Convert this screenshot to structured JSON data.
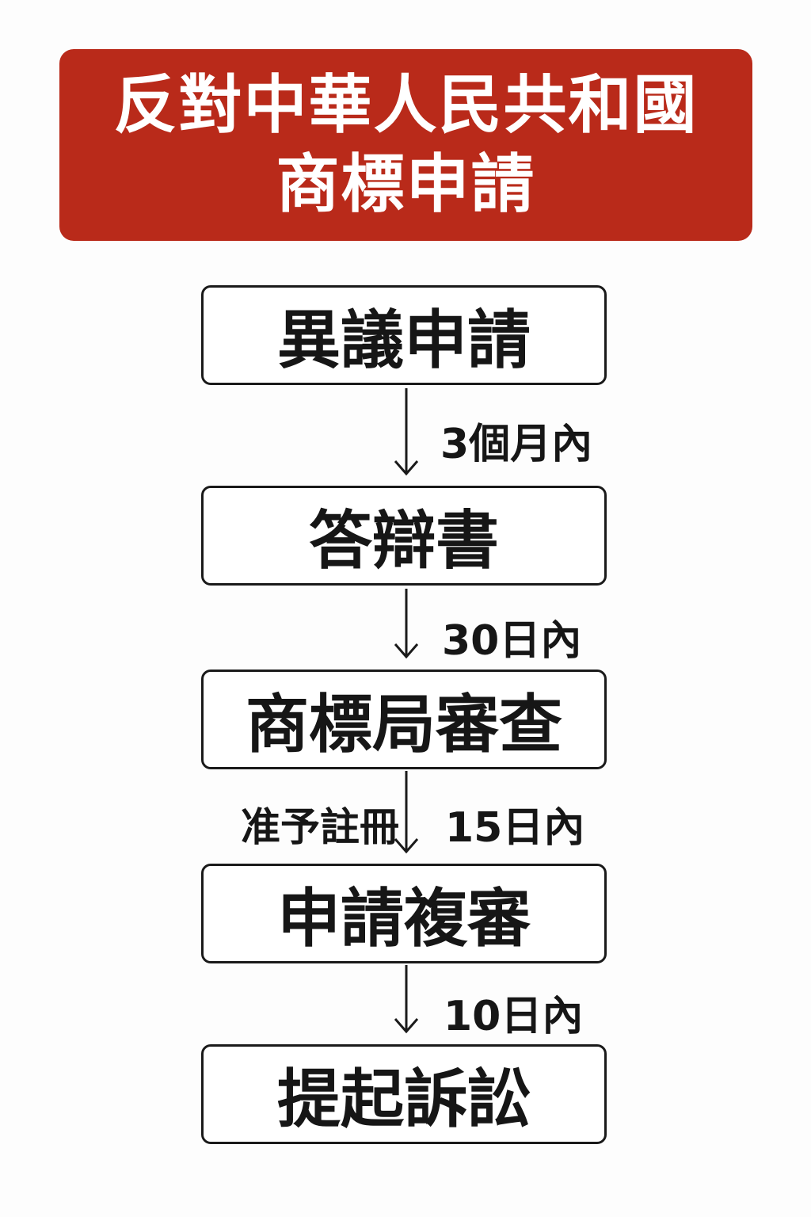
{
  "title": {
    "line1": "反對中華人民共和國",
    "line2": "商標申請",
    "color": "#b92a1a"
  },
  "steps": [
    "異議申請",
    "答辯書",
    "商標局審查",
    "申請複審",
    "提起訴訟"
  ],
  "transitions": [
    {
      "label": "3個月內"
    },
    {
      "label": "30日內"
    },
    {
      "label": "15日內",
      "side_label": "准予註冊"
    },
    {
      "label": "10日內"
    }
  ]
}
